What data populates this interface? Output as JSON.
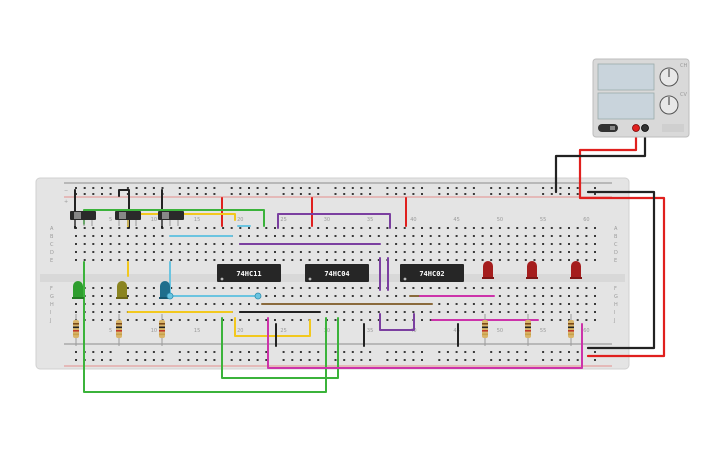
{
  "canvas": {
    "background": "#ffffff",
    "breadboard_color": "#e4e4e4",
    "hole_color": "#3a3a3a",
    "rail_red": "#e53935",
    "rail_black": "#222222"
  },
  "breadboard": {
    "column_numbers": [
      "5",
      "10",
      "15",
      "20",
      "25",
      "30",
      "35",
      "40",
      "45",
      "50",
      "55",
      "60"
    ],
    "row_letters_top": [
      "A",
      "B",
      "C",
      "D",
      "E"
    ],
    "row_letters_bottom": [
      "F",
      "G",
      "H",
      "I",
      "J"
    ]
  },
  "chips": [
    {
      "label": "74HC11"
    },
    {
      "label": "74HC04"
    },
    {
      "label": "74HC02"
    }
  ],
  "input_leds": [
    {
      "color": "#2e9e2e"
    },
    {
      "color": "#8a8420"
    },
    {
      "color": "#1f6e8c"
    }
  ],
  "output_leds": [
    {
      "color": "#a51e1e"
    },
    {
      "color": "#a51e1e"
    },
    {
      "color": "#a51e1e"
    }
  ],
  "switches": [
    {
      "id": "sw1"
    },
    {
      "id": "sw2"
    },
    {
      "id": "sw3"
    }
  ],
  "power_supply": {
    "label_tiny_1": "CH",
    "label_tiny_2": "CV"
  },
  "wire_colors": {
    "green": "#3bb33b",
    "yellow": "#f2c81e",
    "cyan": "#6bc4e0",
    "purple": "#7b3fa0",
    "brown": "#8a6a3c",
    "magenta": "#cc33aa",
    "red": "#e0201e",
    "black": "#222222"
  }
}
